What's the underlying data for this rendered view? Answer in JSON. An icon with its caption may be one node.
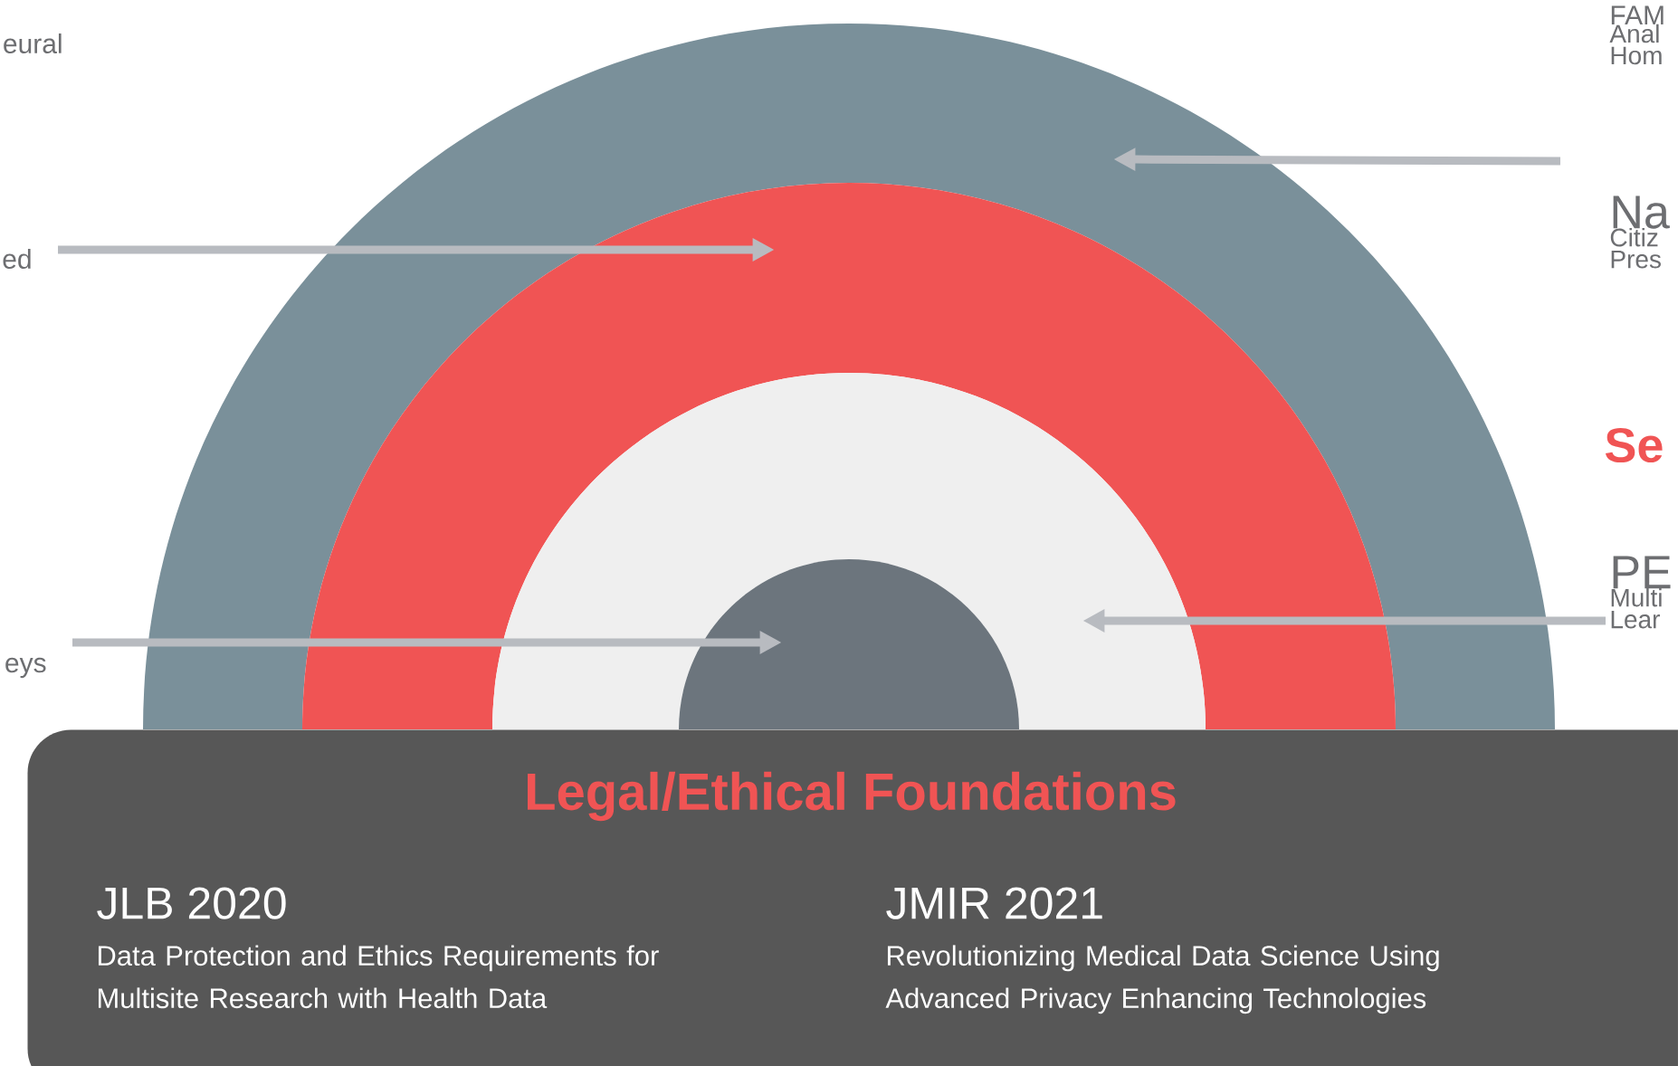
{
  "diagram": {
    "nodes": [
      {
        "text": [
          "FAM",
          "Anal Hom"
        ]
      },
      {
        "text": [],
        "shape": "band"
      },
      {
        "text": [
          "Na",
          "Citiz Pres"
        ]
      },
      {
        "text": [
          "ed"
        ]
      },
      {
        "text": [],
        "shape": "band",
        "in": 1
      },
      {
        "text": [],
        "shape": "band",
        "in": 4
      },
      {
        "text": [
          "PE",
          "Multi Lear"
        ]
      },
      {
        "text": [
          "eys"
        ]
      },
      {
        "text": [],
        "shape": "circle",
        "in": 5
      },
      {
        "text": [
          "Legal/Ethical Foundations",
          "JLB 2020",
          "Data Protection and Ethics Requirements for Multisite Research with Health Data",
          "JMIR 2021",
          "Revolutionizing Medical Data Science Using Advanced Privacy Enhancing Technologies"
        ]
      }
    ],
    "edges": [
      {
        "from": null,
        "to": 1,
        "arrow": "to"
      },
      {
        "from": 3,
        "to": 4,
        "arrow": "to"
      },
      {
        "from": 6,
        "to": 5,
        "arrow": "to"
      },
      {
        "from": 7,
        "to": 8,
        "arrow": "to"
      }
    ],
    "labels": [
      "eural",
      "Se"
    ]
  }
}
